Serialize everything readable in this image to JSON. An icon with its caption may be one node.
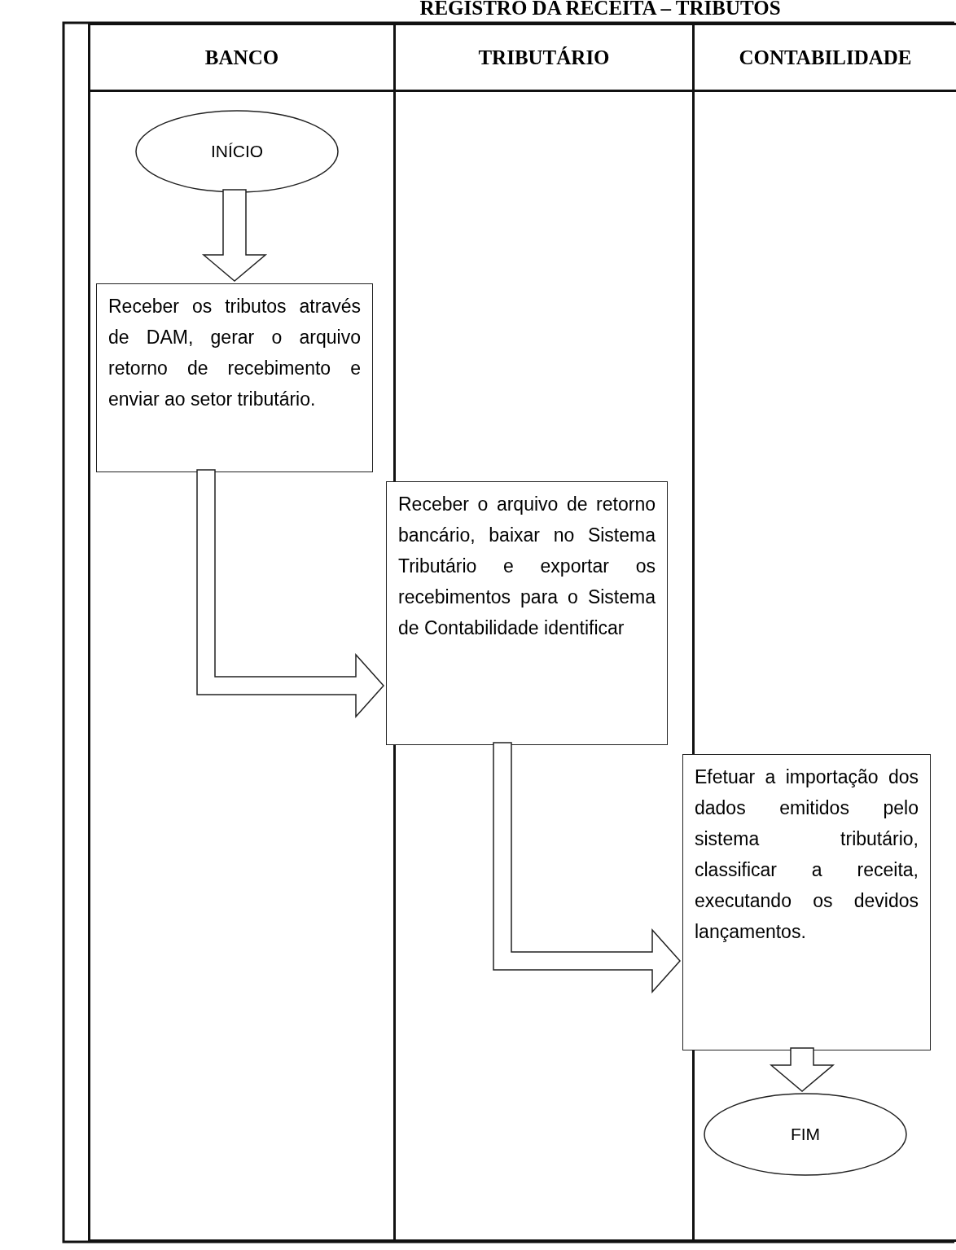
{
  "diagram": {
    "title": "REGISTRO DA RECEITA – TRIBUTOS",
    "nodes": [
      {
        "text": [
          "BANCO"
        ]
      },
      {
        "text": [
          "TRIBUTÁRIO"
        ]
      },
      {
        "text": [
          "CONTABILIDADE"
        ]
      },
      {
        "text": [
          "INÍCIO"
        ],
        "in": 0
      },
      {
        "text": [
          "Receber os tributos através de DAM, gerar o arquivo retorno de recebimento e enviar ao setor tributário."
        ],
        "in": 0
      },
      {
        "text": [
          "Receber o arquivo de retorno bancário, baixar no Sistema Tributário e exportar os recebimentos para o Sistema de Contabilidade identificar"
        ],
        "in": 1
      },
      {
        "text": [
          "Efetuar a importação dos dados emitidos pelo sistema tributário, classificar a receita, executando os devidos lançamentos."
        ],
        "in": 2
      },
      {
        "text": [
          "FIM"
        ],
        "in": 2
      }
    ],
    "edges": [
      {
        "from": 3,
        "to": 4,
        "arrow": "to"
      },
      {
        "from": 4,
        "to": 5,
        "arrow": "to"
      },
      {
        "from": 5,
        "to": 6,
        "arrow": "to"
      },
      {
        "from": 6,
        "to": 7,
        "arrow": "to"
      }
    ]
  }
}
